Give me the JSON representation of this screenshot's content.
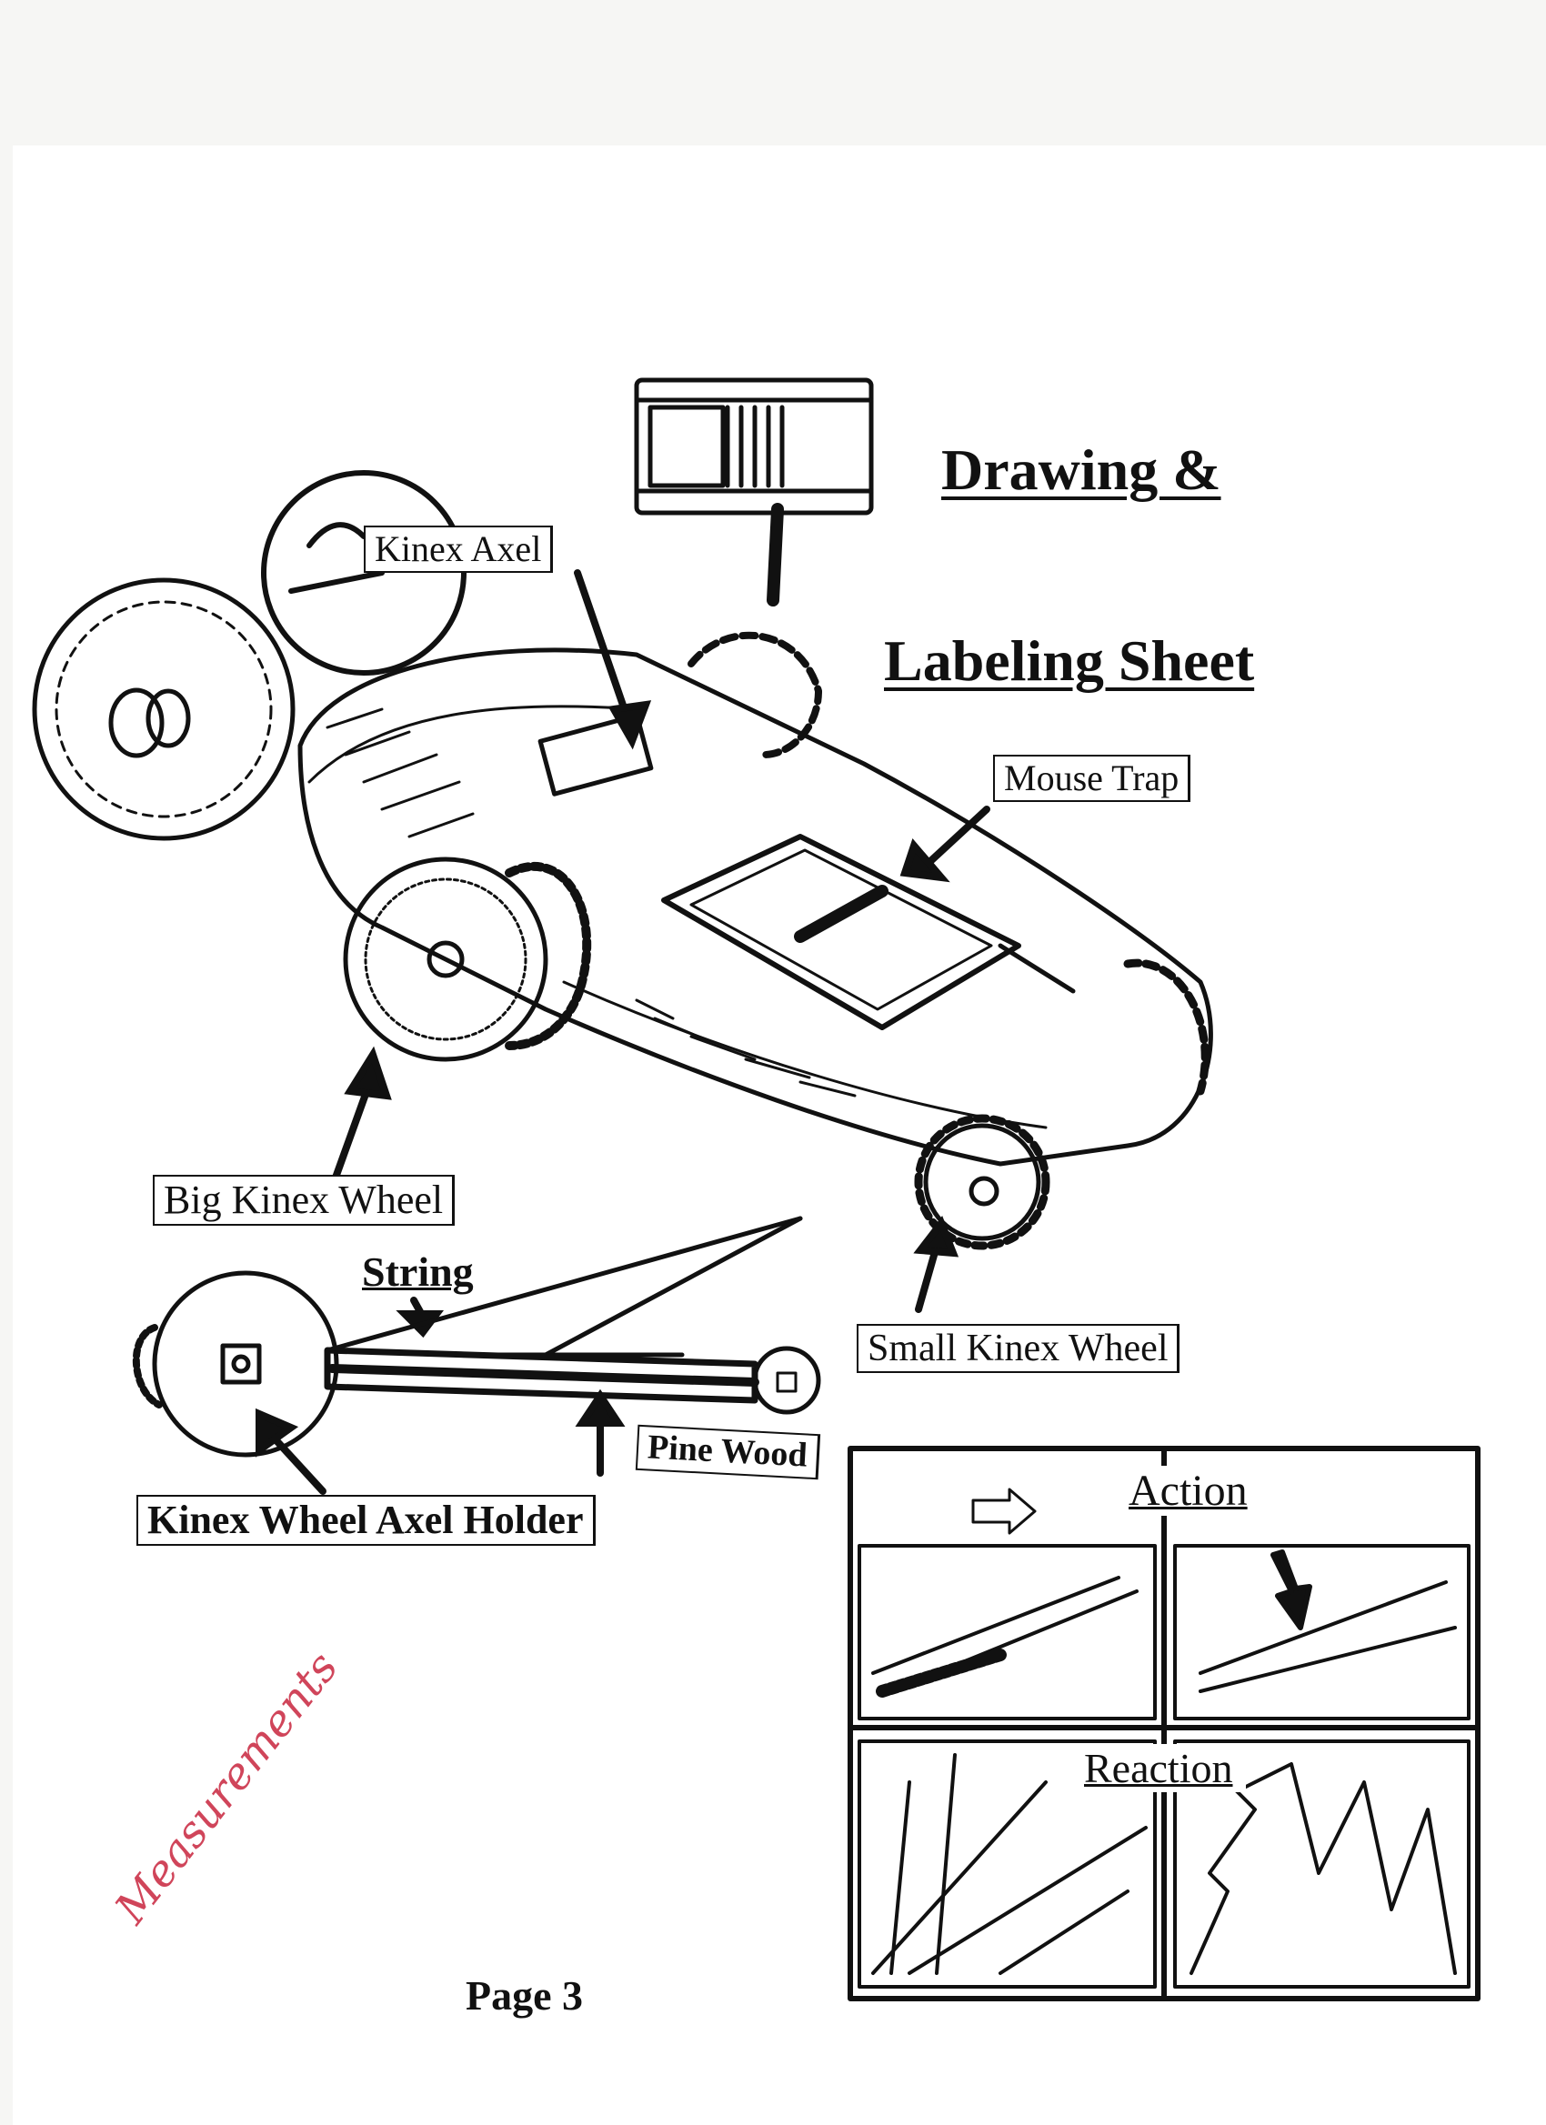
{
  "title": {
    "line1": "Drawing  &",
    "line2": "Labeling Sheet"
  },
  "labels": {
    "kinex_axel": "Kinex  Axel",
    "mouse_trap": "Mouse Trap",
    "big_kinex_wheel": "Big Kinex Wheel",
    "string": "String",
    "small_kinex_wheel": "Small Kinex Wheel",
    "pine_wood": "Pine Wood",
    "kinex_wheel_axel_holder": "Kinex Wheel Axel Holder",
    "action": "Action",
    "reaction": "Reaction"
  },
  "handwritten_note": "Measurements",
  "page_number": "Page 3",
  "colors": {
    "ink": "#111111",
    "note": "#d0455a",
    "paper": "#ffffff"
  }
}
